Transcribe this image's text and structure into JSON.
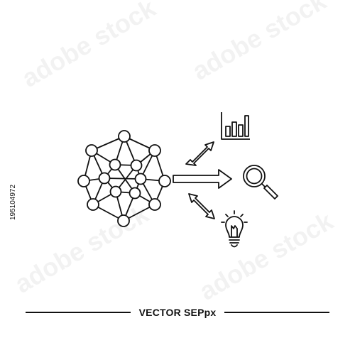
{
  "caption": "VECTOR SEPpx",
  "stock_id": "195104972",
  "watermark": "adobe stock",
  "colors": {
    "stroke": "#111111",
    "background": "#ffffff"
  },
  "icons": {
    "network": "molecule-network-icon",
    "chart": "bar-chart-icon",
    "search": "magnifier-icon",
    "idea": "lightbulb-icon",
    "arrow_up": "double-arrow-diagonal-up-icon",
    "arrow_right": "arrow-right-icon",
    "arrow_down": "double-arrow-diagonal-down-icon"
  }
}
